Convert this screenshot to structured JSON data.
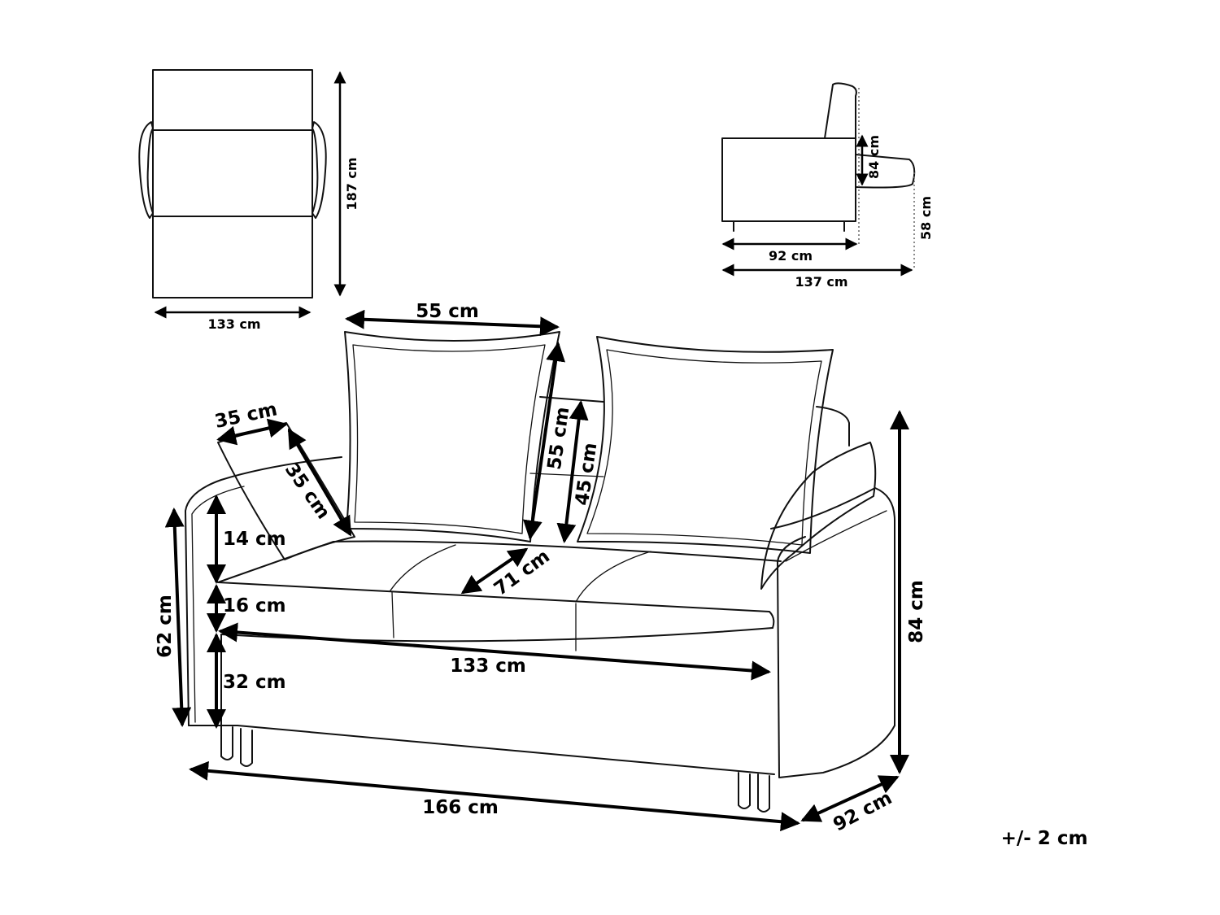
{
  "top_view": {
    "width_label": "133 cm",
    "length_label": "187 cm"
  },
  "side_view": {
    "back_height_label": "84 cm",
    "seat_depth_label": "92 cm",
    "extended_height_label": "58 cm",
    "extended_length_label": "137 cm"
  },
  "front_view": {
    "pillow_width_label": "55 cm",
    "pillow_height_label": "55 cm",
    "back_height_label": "45 cm",
    "cushion_width_label": "35 cm",
    "cushion_height_label": "35 cm",
    "armrest_height_label": "14 cm",
    "seat_thickness_label": "16 cm",
    "seat_base_label": "32 cm",
    "seat_height_label": "62 cm",
    "seat_depth_label": "71 cm",
    "seat_width_label": "133 cm",
    "total_width_label": "166 cm",
    "total_depth_label": "92 cm",
    "total_height_label": "84 cm"
  },
  "tolerance_label": "+/- 2 cm"
}
